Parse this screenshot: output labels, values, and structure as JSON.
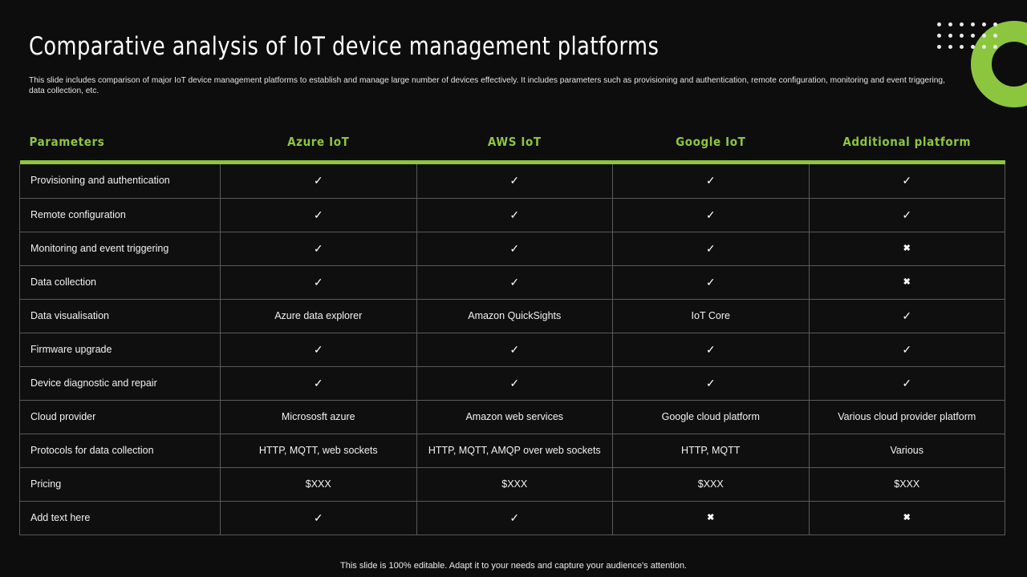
{
  "slide": {
    "title": "Comparative analysis of IoT device management platforms",
    "subtitle": "This slide includes comparison of major IoT device management platforms to establish and manage large number of devices effectively.  It includes parameters such as provisioning and authentication, remote configuration, monitoring and event triggering, data collection, etc.",
    "footer": "This slide is 100% editable. Adapt it to your needs and capture your audience's attention.",
    "accent_color": "#8cc63e",
    "background_color": "#0d0d0d"
  },
  "decoration": {
    "dot_grid": {
      "name": "dot-grid",
      "columns": 6,
      "rows": 3,
      "color": "#e9e9e9"
    },
    "ring": {
      "name": "green-ring",
      "color": "#8cc63e"
    }
  },
  "table": {
    "headers": [
      "Parameters",
      "Azure  IoT",
      "AWS IoT",
      "Google IoT",
      "Additional platform"
    ],
    "check_glyph": "✓",
    "cross_glyph": "✖",
    "rows": [
      {
        "label": "Provisioning and authentication",
        "cells": [
          "✓",
          "✓",
          "✓",
          "✓"
        ]
      },
      {
        "label": "Remote configuration",
        "cells": [
          "✓",
          "✓",
          "✓",
          "✓"
        ]
      },
      {
        "label": "Monitoring and event triggering",
        "cells": [
          "✓",
          "✓",
          "✓",
          "✖"
        ]
      },
      {
        "label": "Data collection",
        "cells": [
          "✓",
          "✓",
          "✓",
          "✖"
        ]
      },
      {
        "label": "Data visualisation",
        "cells": [
          "Azure data explorer",
          "Amazon QuickSights",
          "IoT Core",
          "✓"
        ]
      },
      {
        "label": "Firmware upgrade",
        "cells": [
          "✓",
          "✓",
          "✓",
          "✓"
        ]
      },
      {
        "label": "Device diagnostic and repair",
        "cells": [
          "✓",
          "✓",
          "✓",
          "✓"
        ]
      },
      {
        "label": "Cloud provider",
        "cells": [
          "Micrososft azure",
          "Amazon web services",
          "Google cloud platform",
          "Various cloud provider platform"
        ]
      },
      {
        "label": "Protocols for data collection",
        "cells": [
          "HTTP, MQTT,  web sockets",
          "HTTP, MQTT, AMQP over web sockets",
          "HTTP, MQTT",
          "Various"
        ]
      },
      {
        "label": "Pricing",
        "cells": [
          "$XXX",
          "$XXX",
          "$XXX",
          "$XXX"
        ]
      },
      {
        "label": "Add text here",
        "cells": [
          "✓",
          "✓",
          "✖",
          "✖"
        ]
      }
    ]
  }
}
